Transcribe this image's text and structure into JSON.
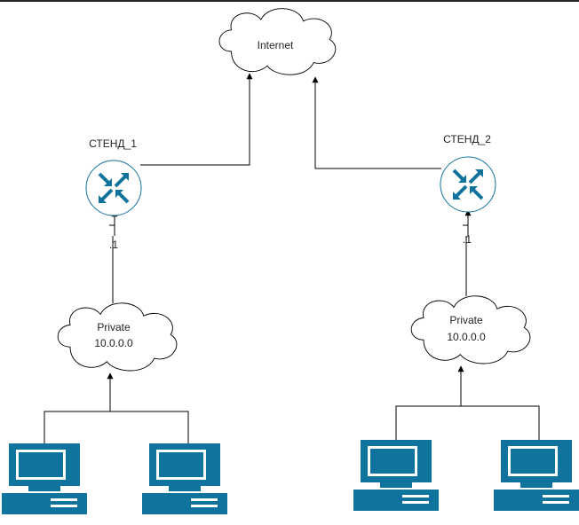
{
  "internet": {
    "label": "Internet"
  },
  "stand1": {
    "label": "СТЕНД_1",
    "port": ".1"
  },
  "stand2": {
    "label": "СТЕНД_2",
    "port": ".1"
  },
  "private1": {
    "line1": "Private",
    "line2": "10.0.0.0"
  },
  "private2": {
    "line1": "Private",
    "line2": "10.0.0.0"
  },
  "colors": {
    "router": "#10739e",
    "computer": "#10739e",
    "line": "#000000"
  }
}
